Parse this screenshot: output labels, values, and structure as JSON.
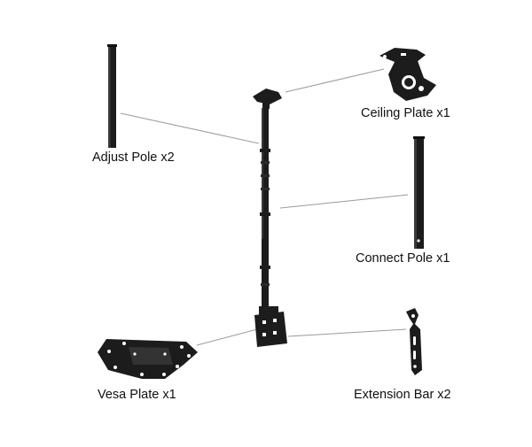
{
  "diagram": {
    "parts": [
      {
        "id": "adjust-pole",
        "label": "Adjust Pole x2"
      },
      {
        "id": "ceiling-plate",
        "label": "Ceiling Plate x1"
      },
      {
        "id": "connect-pole",
        "label": "Connect Pole x1"
      },
      {
        "id": "vesa-plate",
        "label": "Vesa Plate x1"
      },
      {
        "id": "extension-bar",
        "label": "Extension Bar x2"
      }
    ]
  },
  "colors": {
    "metal": "#1c1c1c",
    "metal_highlight": "#3a3a3a",
    "leader_line": "#9a9a9a",
    "hole": "#ffffff"
  }
}
